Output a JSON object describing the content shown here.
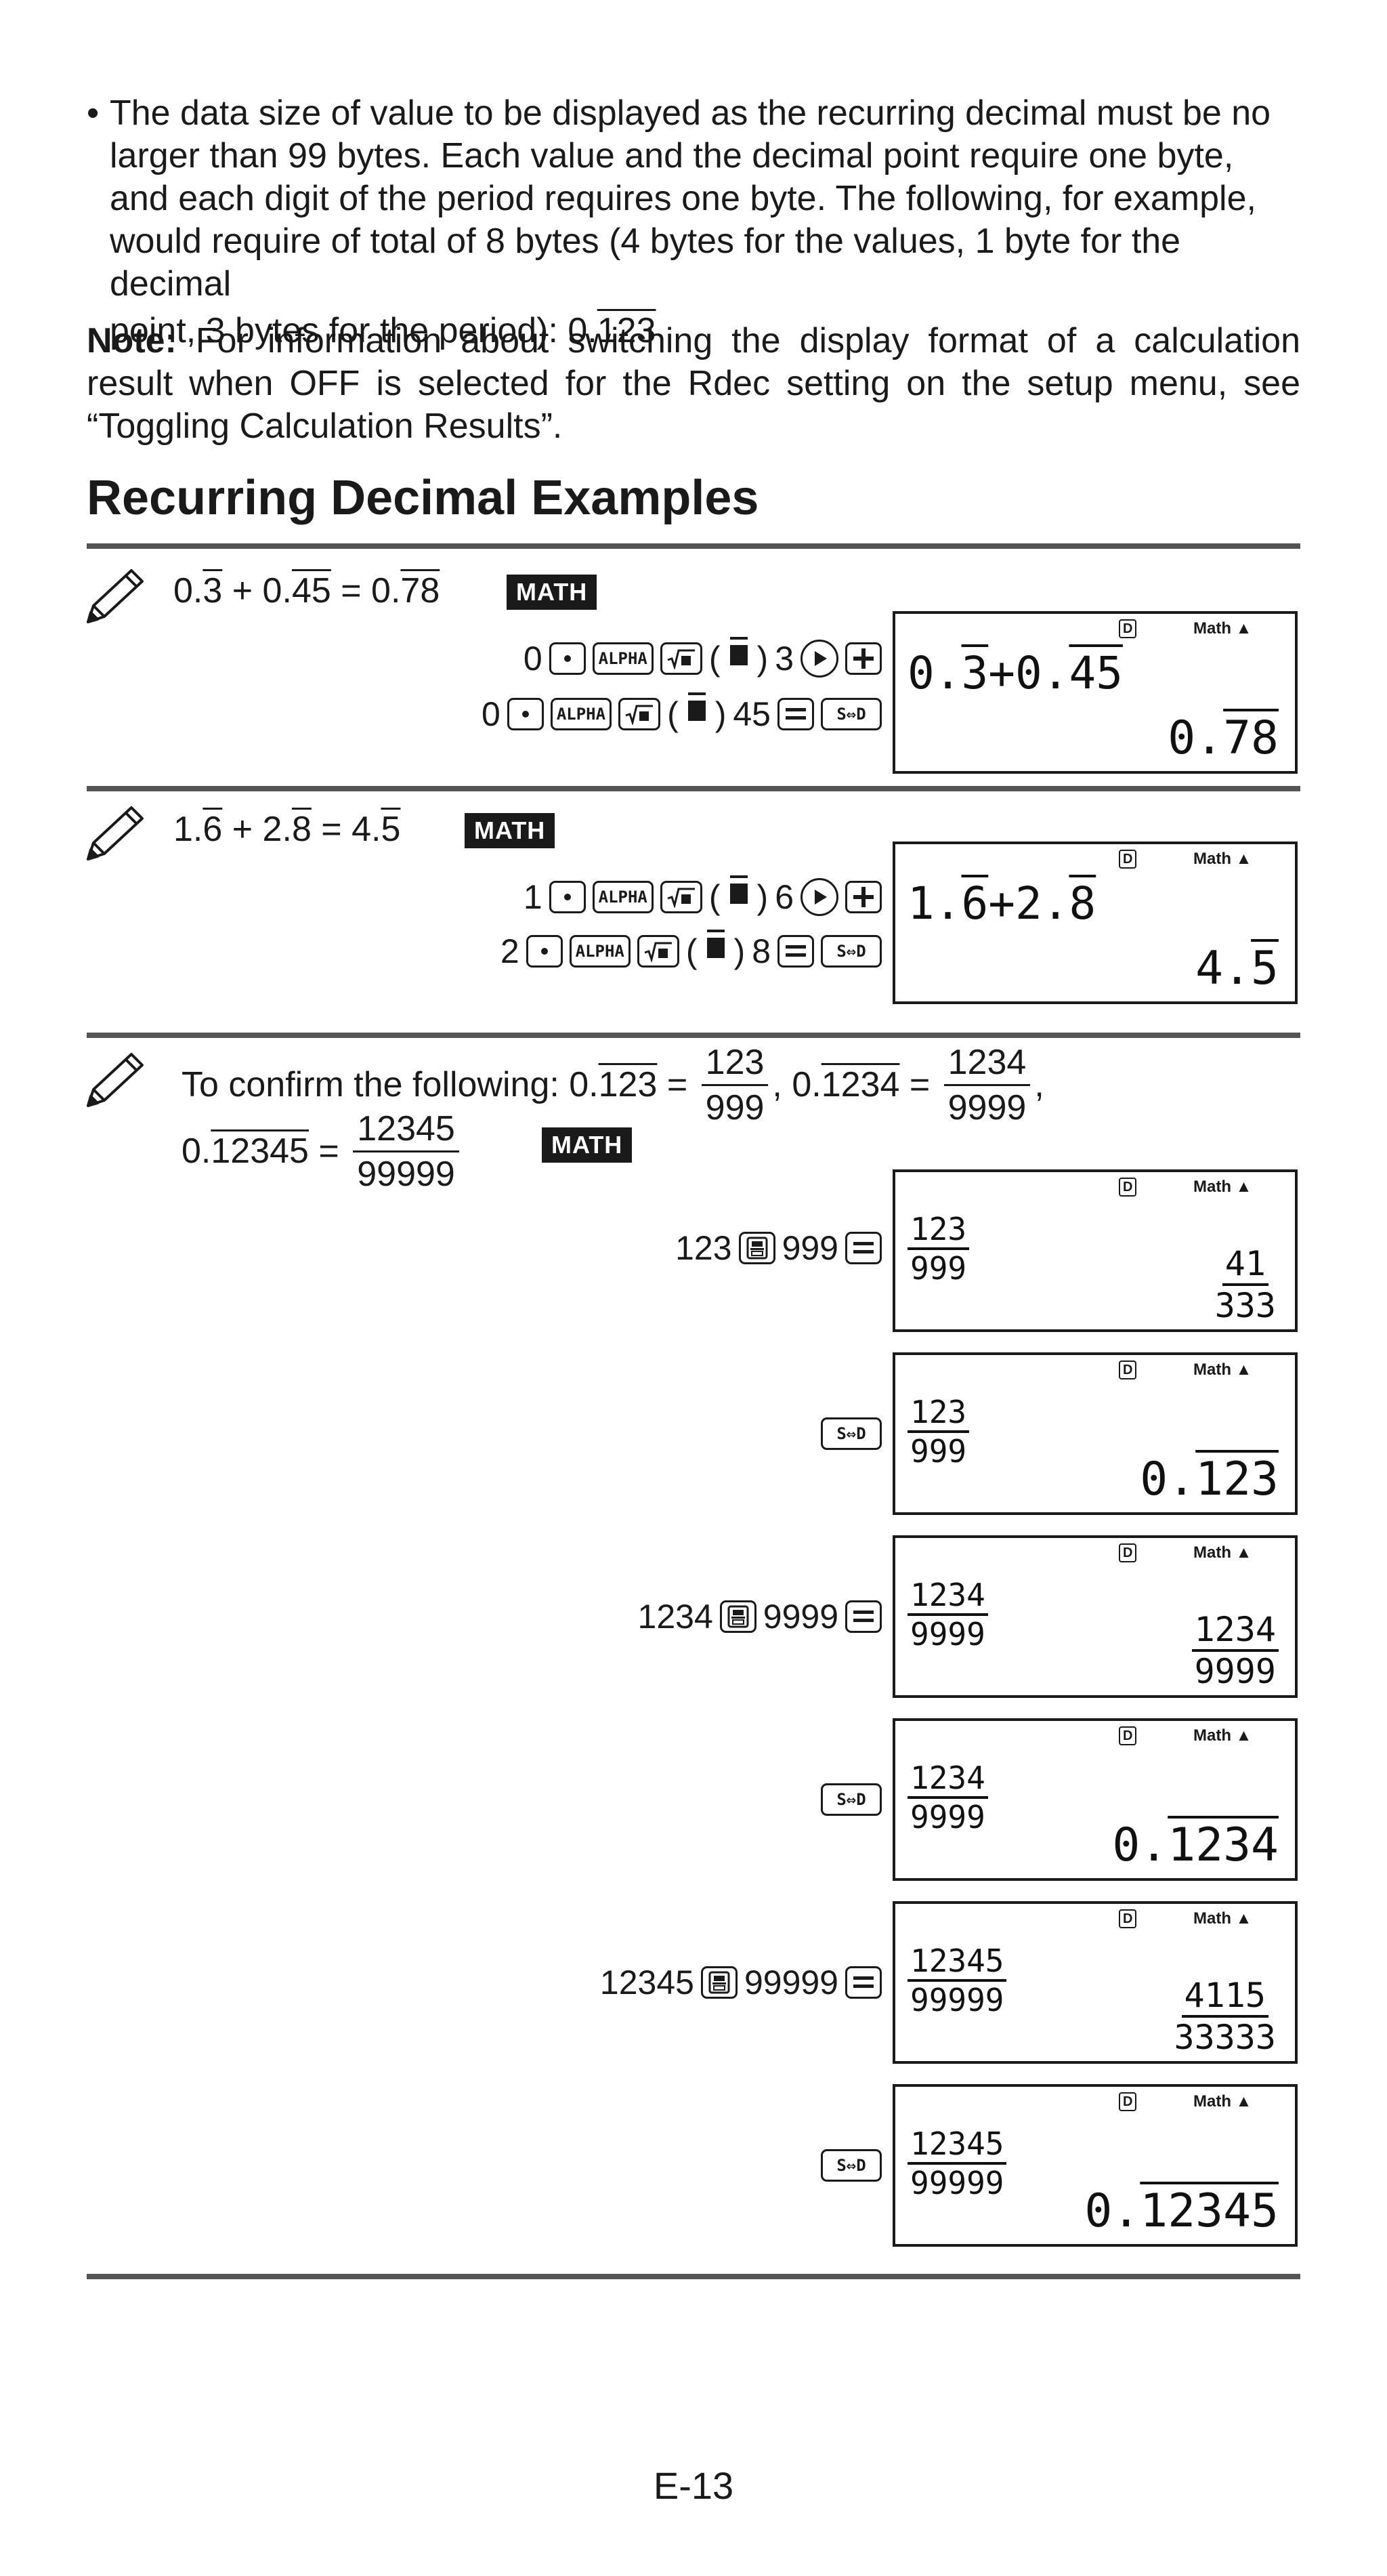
{
  "intro": {
    "bullet": "•",
    "line1": "The data size of value to be displayed as the recurring decimal must be no",
    "line2": "larger than 99 bytes. Each value and the decimal point require one byte,",
    "line3": "and each digit of the period requires one byte. The following, for example,",
    "line4": "would require of total of 8 bytes (4 bytes for the values, 1 byte for the decimal",
    "line5_prefix": "point, 3 bytes for the period): 0.",
    "line5_period": "123"
  },
  "note": {
    "label": "Note:",
    "line1": "For information about switching the display format of a calculation",
    "line2": "result when OFF is selected for the Rdec setting on the setup menu, see",
    "line3": "“Toggling Calculation Results”."
  },
  "section_title": "Recurring Decimal Examples",
  "mode_badge": "MATH",
  "example1": {
    "expr": {
      "a_int": "0.",
      "a_per": "3",
      "plus": " + 0.",
      "b_per": "45",
      "eq": " = 0.",
      "c_per": "78"
    },
    "keys_row1": {
      "k1": "0",
      "after_sq": "3"
    },
    "keys_row2": {
      "k1": "0",
      "after_sq": "45"
    },
    "display": {
      "in_a": "0.",
      "in_b": "3",
      "in_c": "+0.",
      "in_d": "45",
      "out_int": "0.",
      "out_per": "78"
    }
  },
  "example2": {
    "expr": {
      "a_int": "1.",
      "a_per": "6",
      "plus": " + 2.",
      "b_per": "8",
      "eq": " = 4.",
      "c_per": "5"
    },
    "keys_row1": {
      "k1": "1",
      "after_sq": "6"
    },
    "keys_row2": {
      "k1": "2",
      "after_sq": "8"
    },
    "display": {
      "in_a": "1.",
      "in_b": "6",
      "in_c": "+2.",
      "in_d": "8",
      "out_int": "4.",
      "out_per": "5"
    }
  },
  "example3": {
    "intro": "To confirm the following: 0.",
    "p1": "123",
    "eq1": " = ",
    "f1n": "123",
    "f1d": "999",
    "sep1": ", 0.",
    "p2": "1234",
    "eq2": " = ",
    "f2n": "1234",
    "f2d": "9999",
    "sep2": ",",
    "line2_prefix": "0.",
    "p3": "12345",
    "eq3": " = ",
    "f3n": "12345",
    "f3d": "99999",
    "steps": [
      {
        "keys_pre": "123",
        "keys_post": "999",
        "in_n": "123",
        "in_d": "999",
        "out_n": "41",
        "out_d": "333"
      },
      {
        "in_n": "123",
        "in_d": "999",
        "out_int": "0.",
        "out_per": "123"
      },
      {
        "keys_pre": "1234",
        "keys_post": "9999",
        "in_n": "1234",
        "in_d": "9999",
        "out_n": "1234",
        "out_d": "9999"
      },
      {
        "in_n": "1234",
        "in_d": "9999",
        "out_int": "0.",
        "out_per": "1234"
      },
      {
        "keys_pre": "12345",
        "keys_post": "99999",
        "in_n": "12345",
        "in_d": "99999",
        "out_n": "4115",
        "out_d": "33333"
      },
      {
        "in_n": "12345",
        "in_d": "99999",
        "out_int": "0.",
        "out_per": "12345"
      }
    ]
  },
  "display_labels": {
    "d": "D",
    "math": "Math ▲"
  },
  "key_labels": {
    "alpha": "ALPHA",
    "sd": "S⇔D",
    "paren": "(",
    "paren_close": ")"
  },
  "page_number": "E-13"
}
